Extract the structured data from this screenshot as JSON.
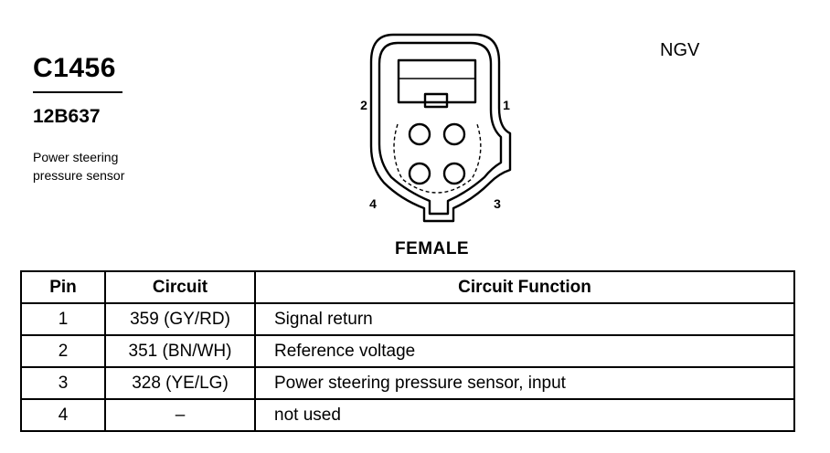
{
  "header": {
    "connector_id": "C1456",
    "part_number": "12B637",
    "description_line1": "Power steering",
    "description_line2": "pressure sensor",
    "model_tag": "NGV"
  },
  "connector": {
    "view_label": "FEMALE",
    "pin_labels": {
      "p1": "1",
      "p2": "2",
      "p3": "3",
      "p4": "4"
    }
  },
  "table": {
    "headers": {
      "pin": "Pin",
      "circuit": "Circuit",
      "function": "Circuit Function"
    },
    "rows": [
      {
        "pin": "1",
        "circuit": "359 (GY/RD)",
        "function": "Signal return"
      },
      {
        "pin": "2",
        "circuit": "351 (BN/WH)",
        "function": "Reference voltage"
      },
      {
        "pin": "3",
        "circuit": "328 (YE/LG)",
        "function": "Power steering pressure sensor, input"
      },
      {
        "pin": "4",
        "circuit": "–",
        "function": "not used"
      }
    ]
  }
}
